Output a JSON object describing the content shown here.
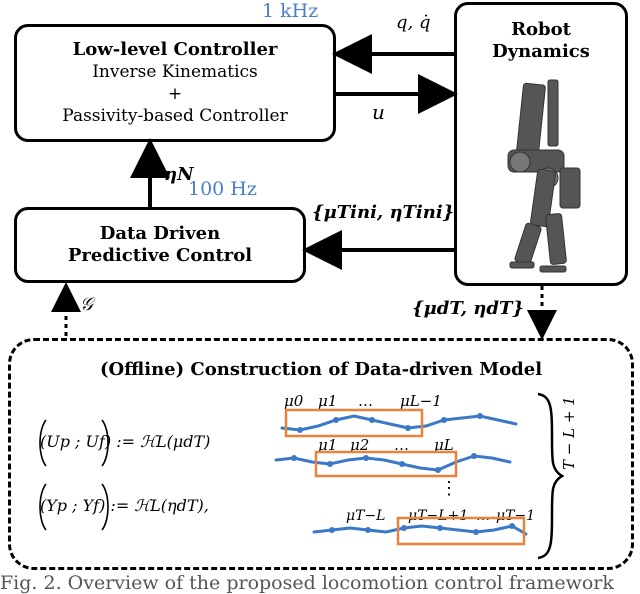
{
  "low_level": {
    "title": "Low-level Controller",
    "line1": "Inverse Kinematics",
    "line2": "+",
    "line3": "Passivity-based Controller",
    "rate": "1 kHz"
  },
  "ddpc": {
    "title_line1": "Data Driven",
    "title_line2": "Predictive Control",
    "rate": "100 Hz"
  },
  "robot": {
    "title_line1": "Robot",
    "title_line2": "Dynamics"
  },
  "signals": {
    "q": "q, q̇",
    "u": "u",
    "eta_n": "ηN",
    "mu_ini": "{μTini, ηTini}",
    "g": "𝒢",
    "mu_d": "{μdT, ηdT}"
  },
  "offline": {
    "title": "(Offline) Construction of Data-driven Model",
    "eq1": "(Up ; Uf) := ℋL(μdT)",
    "eq2": "(Yp ; Yf) := ℋL(ηdT),",
    "brace_label": "T − L + 1",
    "row1_labels": [
      "μ0",
      "μ1",
      "…",
      "μL−1"
    ],
    "row2_labels": [
      "μ1",
      "μ2",
      "…",
      "μL"
    ],
    "row3_labels": [
      "μT−L",
      "μT−L+1",
      "…",
      "μT−1"
    ],
    "vdots": "⋮"
  },
  "caption": "Fig. 2. Overview of the proposed locomotion control framework",
  "colors": {
    "accent_blue": "#4a7fcb",
    "window_orange": "#e9823a",
    "robot_gray": "#555555"
  }
}
